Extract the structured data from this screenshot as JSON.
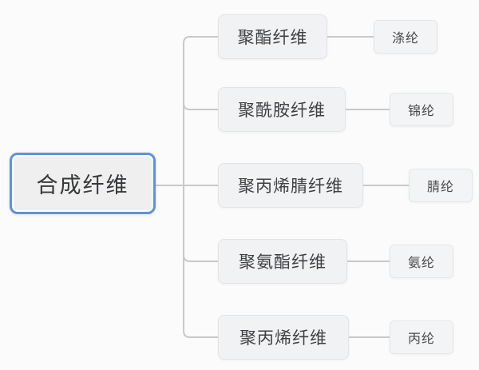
{
  "diagram": {
    "title": "synthetic-fiber-mindmap",
    "root": {
      "label": "合成纤维"
    },
    "branches": [
      {
        "label": "聚酯纤维",
        "leaf": "涤纶"
      },
      {
        "label": "聚酰胺纤维",
        "leaf": "锦纶"
      },
      {
        "label": "聚丙烯腈纤维",
        "leaf": "腈纶"
      },
      {
        "label": "聚氨酯纤维",
        "leaf": "氨纶"
      },
      {
        "label": "聚丙烯纤维",
        "leaf": "丙纶"
      }
    ],
    "colors": {
      "background": "#fbfbfb",
      "root_border": "#5b94d8",
      "node_fill": "#f1f2f3",
      "node_border": "#e3e4e6",
      "connector": "#c9c9c9",
      "text": "#3d4043"
    }
  }
}
